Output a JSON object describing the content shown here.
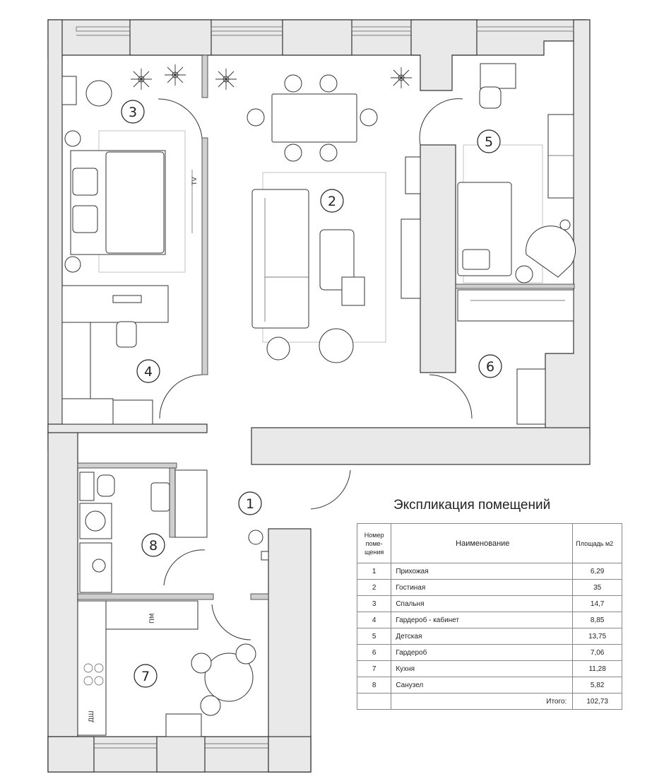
{
  "rooms": [
    {
      "number": "1"
    },
    {
      "number": "2"
    },
    {
      "number": "3"
    },
    {
      "number": "4"
    },
    {
      "number": "5"
    },
    {
      "number": "6"
    },
    {
      "number": "7"
    },
    {
      "number": "8"
    }
  ],
  "labels": {
    "tv": "TV",
    "dishwasher": "ДШ",
    "washer": "ПМ"
  },
  "legend": {
    "title": "Экспликация помещений",
    "headers": {
      "number": "Номер поме-щения",
      "name": "Наименование",
      "area": "Площадь м2"
    },
    "rows": [
      {
        "number": "1",
        "name": "Прихожая",
        "area": "6,29"
      },
      {
        "number": "2",
        "name": "Гостиная",
        "area": "35"
      },
      {
        "number": "3",
        "name": "Спальня",
        "area": "14,7"
      },
      {
        "number": "4",
        "name": "Гардероб - кабинет",
        "area": "8,85"
      },
      {
        "number": "5",
        "name": "Детская",
        "area": "13,75"
      },
      {
        "number": "6",
        "name": "Гардероб",
        "area": "7,06"
      },
      {
        "number": "7",
        "name": "Кухня",
        "area": "11,28"
      },
      {
        "number": "8",
        "name": "Санузел",
        "area": "5,82"
      }
    ],
    "total_label": "Итого:",
    "total_value": "102,73"
  }
}
